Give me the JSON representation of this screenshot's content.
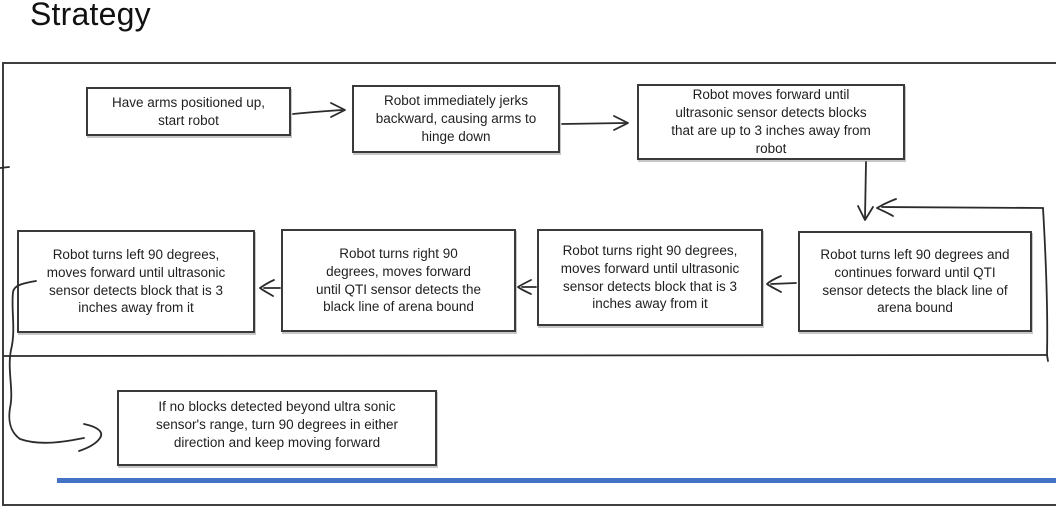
{
  "title": "Strategy",
  "accent_color": "#4472c4",
  "flowchart": {
    "boxes": [
      {
        "id": "start",
        "text": "Have arms positioned up, start robot"
      },
      {
        "id": "jerk-backward",
        "text": "Robot immediately jerks backward, causing arms to hinge down"
      },
      {
        "id": "move-forward-detect",
        "text": "Robot moves forward until ultrasonic sensor detects blocks that are up to 3 inches away from robot"
      },
      {
        "id": "turn-left-qti",
        "text": "Robot turns left 90 degrees and continues forward until QTI sensor detects the black line of arena bound"
      },
      {
        "id": "turn-right-ultrasonic",
        "text": "Robot turns right 90 degrees, moves forward until ultrasonic sensor detects block that is 3 inches away from it"
      },
      {
        "id": "turn-right-qti",
        "text": "Robot turns right 90 degrees, moves forward until QTI sensor detects the black line of arena bound"
      },
      {
        "id": "turn-left-ultrasonic",
        "text": "Robot turns left 90 degrees, moves forward until ultrasonic sensor detects block that is 3 inches away from it"
      },
      {
        "id": "no-blocks",
        "text": "If no blocks detected beyond ultra sonic sensor's range, turn 90 degrees in either direction and keep moving forward"
      }
    ]
  }
}
